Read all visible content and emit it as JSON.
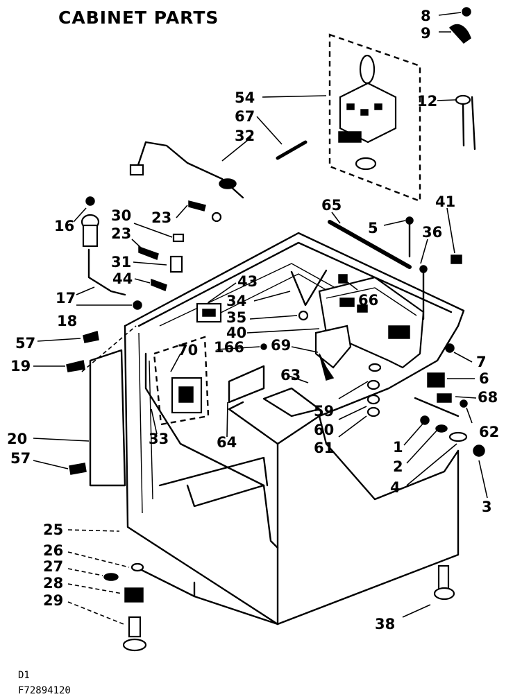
{
  "title": "CABINET PARTS",
  "footer": {
    "line1": "D1",
    "line2": "F72894120"
  },
  "part_numbers": [
    "1",
    "2",
    "3",
    "4",
    "5",
    "6",
    "7",
    "8",
    "9",
    "12",
    "16",
    "17",
    "18",
    "19",
    "20",
    "23",
    "25",
    "26",
    "27",
    "28",
    "29",
    "30",
    "31",
    "32",
    "33",
    "34",
    "35",
    "36",
    "38",
    "40",
    "41",
    "43",
    "44",
    "54",
    "57",
    "59",
    "60",
    "61",
    "62",
    "63",
    "64",
    "65",
    "66",
    "67",
    "68",
    "69",
    "70",
    "166"
  ],
  "callouts": [
    {
      "label": "8"
    },
    {
      "label": "9"
    },
    {
      "label": "12"
    },
    {
      "label": "54"
    },
    {
      "label": "67"
    },
    {
      "label": "32"
    },
    {
      "label": "65"
    },
    {
      "label": "5"
    },
    {
      "label": "41"
    },
    {
      "label": "36"
    },
    {
      "label": "16"
    },
    {
      "label": "30"
    },
    {
      "label": "23"
    },
    {
      "label": "23"
    },
    {
      "label": "31"
    },
    {
      "label": "17"
    },
    {
      "label": "44"
    },
    {
      "label": "43"
    },
    {
      "label": "34"
    },
    {
      "label": "66"
    },
    {
      "label": "18"
    },
    {
      "label": "35"
    },
    {
      "label": "40"
    },
    {
      "label": "57"
    },
    {
      "label": "166"
    },
    {
      "label": "69"
    },
    {
      "label": "70"
    },
    {
      "label": "19"
    },
    {
      "label": "7"
    },
    {
      "label": "6"
    },
    {
      "label": "68"
    },
    {
      "label": "63"
    },
    {
      "label": "59"
    },
    {
      "label": "60"
    },
    {
      "label": "61"
    },
    {
      "label": "62"
    },
    {
      "label": "33"
    },
    {
      "label": "64"
    },
    {
      "label": "20"
    },
    {
      "label": "1"
    },
    {
      "label": "57"
    },
    {
      "label": "2"
    },
    {
      "label": "4"
    },
    {
      "label": "3"
    },
    {
      "label": "25"
    },
    {
      "label": "26"
    },
    {
      "label": "27"
    },
    {
      "label": "28"
    },
    {
      "label": "29"
    },
    {
      "label": "38"
    }
  ]
}
